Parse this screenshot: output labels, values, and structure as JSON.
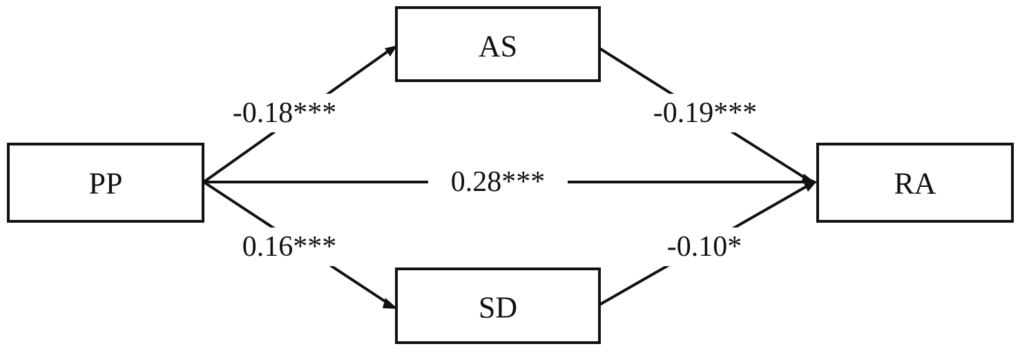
{
  "diagram": {
    "nodes": {
      "pp": "PP",
      "as": "AS",
      "sd": "SD",
      "ra": "RA"
    },
    "paths": {
      "pp_as": "-0.18***",
      "as_ra": "-0.19***",
      "pp_ra": "0.28***",
      "pp_sd": "0.16***",
      "sd_ra": "-0.10*"
    },
    "colors": {
      "line": "#111111",
      "background": "#ffffff"
    }
  }
}
